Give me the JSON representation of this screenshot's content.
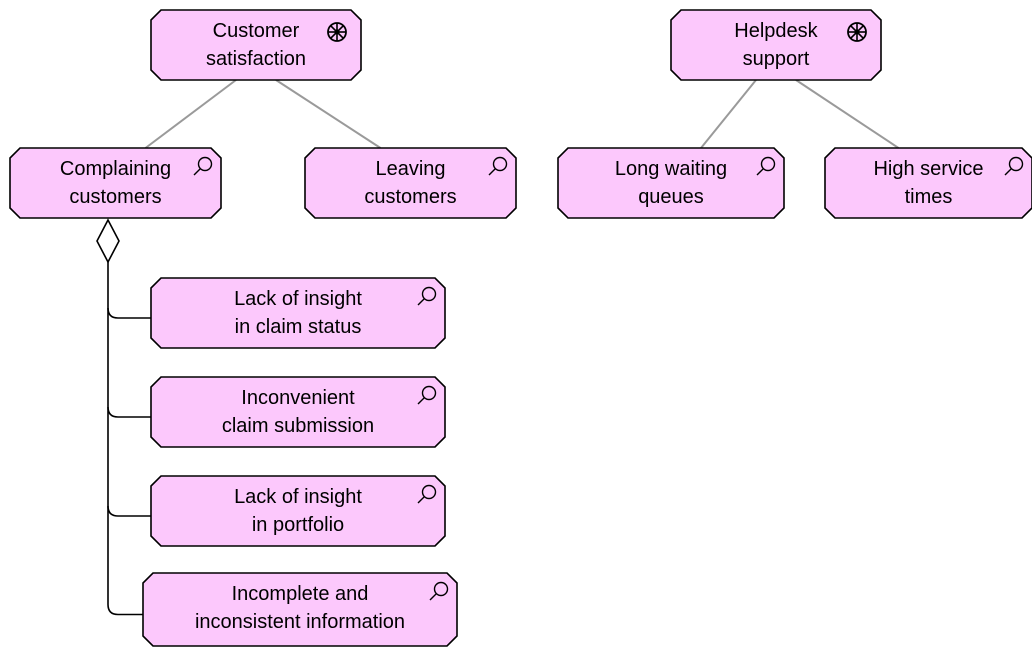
{
  "colors": {
    "node_fill": "#fcc8fc",
    "node_stroke": "#000000",
    "connector_gray": "#9a9a9a",
    "connector_black": "#000000"
  },
  "drivers": [
    {
      "id": "customer-satisfaction",
      "lines": [
        "Customer",
        "satisfaction"
      ],
      "icon": "driver-wheel-icon"
    },
    {
      "id": "helpdesk-support",
      "lines": [
        "Helpdesk",
        "support"
      ],
      "icon": "driver-wheel-icon"
    }
  ],
  "assessments": [
    {
      "id": "complaining-customers",
      "lines": [
        "Complaining",
        "customers"
      ],
      "icon": "magnifier-icon"
    },
    {
      "id": "leaving-customers",
      "lines": [
        "Leaving",
        "customers"
      ],
      "icon": "magnifier-icon"
    },
    {
      "id": "long-waiting-queues",
      "lines": [
        "Long waiting",
        "queues"
      ],
      "icon": "magnifier-icon"
    },
    {
      "id": "high-service-times",
      "lines": [
        "High service",
        "times"
      ],
      "icon": "magnifier-icon"
    },
    {
      "id": "lack-of-insight-claim-status",
      "lines": [
        "Lack of insight",
        "in claim status"
      ],
      "icon": "magnifier-icon"
    },
    {
      "id": "inconvenient-claim-submission",
      "lines": [
        "Inconvenient",
        "claim submission"
      ],
      "icon": "magnifier-icon"
    },
    {
      "id": "lack-of-insight-portfolio",
      "lines": [
        "Lack of insight",
        "in portfolio"
      ],
      "icon": "magnifier-icon"
    },
    {
      "id": "incomplete-inconsistent-information",
      "lines": [
        "Incomplete and",
        "inconsistent information"
      ],
      "icon": "magnifier-icon"
    }
  ],
  "relations": [
    {
      "type": "association",
      "from": "customer-satisfaction",
      "to": "complaining-customers"
    },
    {
      "type": "association",
      "from": "customer-satisfaction",
      "to": "leaving-customers"
    },
    {
      "type": "association",
      "from": "helpdesk-support",
      "to": "long-waiting-queues"
    },
    {
      "type": "association",
      "from": "helpdesk-support",
      "to": "high-service-times"
    },
    {
      "type": "aggregation",
      "from": "complaining-customers",
      "to": "lack-of-insight-claim-status"
    },
    {
      "type": "aggregation",
      "from": "complaining-customers",
      "to": "inconvenient-claim-submission"
    },
    {
      "type": "aggregation",
      "from": "complaining-customers",
      "to": "lack-of-insight-portfolio"
    },
    {
      "type": "aggregation",
      "from": "complaining-customers",
      "to": "incomplete-inconsistent-information"
    }
  ]
}
